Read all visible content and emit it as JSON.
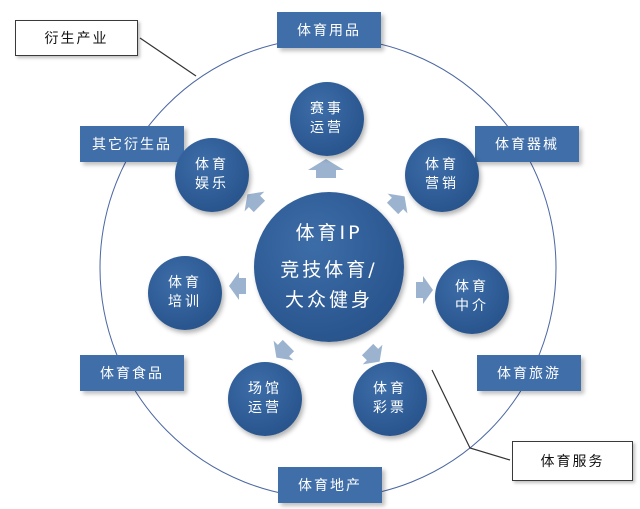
{
  "center": {
    "line1": "体育IP",
    "line2": "竞技体育/",
    "line3": "大众健身"
  },
  "inner_nodes": [
    {
      "line1": "赛事",
      "line2": "运营"
    },
    {
      "line1": "体育",
      "line2": "营销"
    },
    {
      "line1": "体育",
      "line2": "中介"
    },
    {
      "line1": "体育",
      "line2": "彩票"
    },
    {
      "line1": "场馆",
      "line2": "运营"
    },
    {
      "line1": "体育",
      "line2": "培训"
    },
    {
      "line1": "体育",
      "line2": "娱乐"
    }
  ],
  "outer_boxes": [
    {
      "label": "体育用品"
    },
    {
      "label": "体育器械"
    },
    {
      "label": "体育旅游"
    },
    {
      "label": "体育地产"
    },
    {
      "label": "体育食品"
    },
    {
      "label": "其它衍生品"
    }
  ],
  "callouts": {
    "derivative": "衍生产业",
    "service": "体育服务"
  },
  "colors": {
    "node_blue": "#2a568f",
    "box_blue": "#3f6ea9",
    "arrow": "#9cb3cf",
    "ring": "#4a66a3"
  }
}
